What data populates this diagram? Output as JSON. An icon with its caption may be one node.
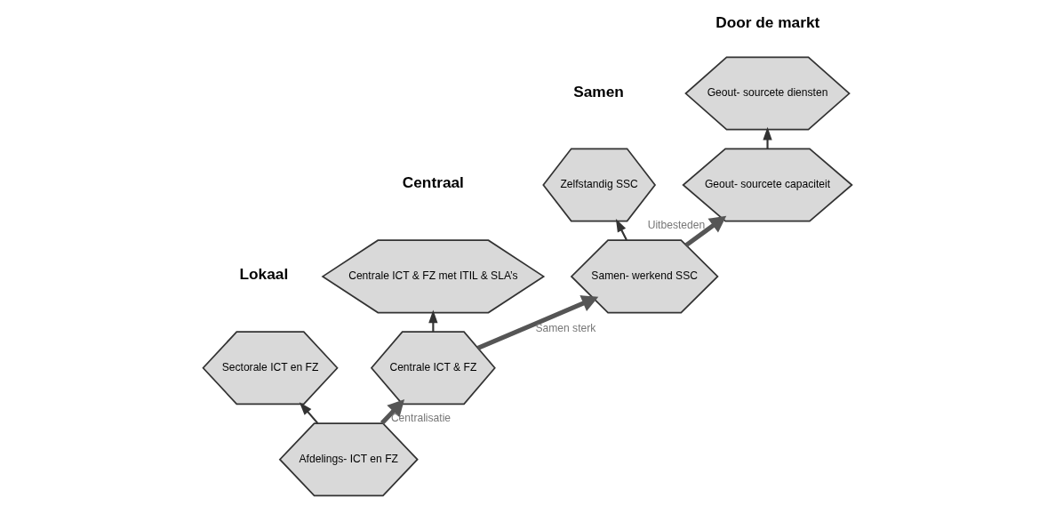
{
  "diagram": {
    "nodes": [
      {
        "text": [
          "Sectorale ICT en FZ"
        ]
      },
      {
        "text": [
          "Afdelings- ICT en FZ"
        ]
      },
      {
        "text": [
          "Centrale ICT & FZ met ITIL & SLA’s"
        ]
      },
      {
        "text": [
          "Centrale ICT & FZ"
        ]
      },
      {
        "text": [
          "Zelfstandig SSC"
        ]
      },
      {
        "text": [
          "Samen- werkend SSC"
        ]
      },
      {
        "text": [
          "Geout- sourcete diensten"
        ]
      },
      {
        "text": [
          "Geout- sourcete capaciteit"
        ]
      }
    ],
    "edges": [
      {
        "from": 1,
        "to": 0,
        "arrow": "to"
      },
      {
        "from": 3,
        "to": 2,
        "arrow": "to"
      },
      {
        "from": 5,
        "to": 4,
        "arrow": "to"
      },
      {
        "from": 7,
        "to": 6,
        "arrow": "to"
      },
      {
        "from": 1,
        "to": 3,
        "arrow": "to",
        "label": "Centralisatie",
        "style": "thick",
        "color": "#555555"
      },
      {
        "from": 3,
        "to": 5,
        "arrow": "to",
        "label": "Samen sterk",
        "style": "thick",
        "color": "#555555"
      },
      {
        "from": 5,
        "to": 7,
        "arrow": "to",
        "label": "Uitbesteden",
        "style": "thick",
        "color": "#555555"
      }
    ],
    "labels": [
      "Door de markt",
      "Samen",
      "Centraal",
      "Lokaal"
    ]
  }
}
